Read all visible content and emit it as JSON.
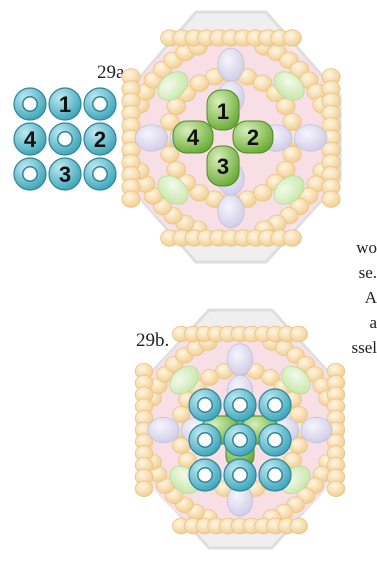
{
  "figure_a": {
    "label": "29a.",
    "grid_numbers": [
      "1",
      "2",
      "3",
      "4"
    ],
    "center_numbers": [
      "1",
      "2",
      "3",
      "4"
    ]
  },
  "figure_b": {
    "label": "29b."
  },
  "text_fragments": [
    "wo",
    "se.",
    "A",
    "a",
    "ssel"
  ],
  "colors": {
    "teal_bead": "#4fb3c6",
    "green_bead": "#7fbf3f",
    "tan_bead": "#f6d59c",
    "lavender_bead": "#d9d6ec",
    "light_green_bead": "#d5ecbf",
    "pink_background": "#f8dfe6",
    "grey_frame": "#d9d9d9"
  }
}
